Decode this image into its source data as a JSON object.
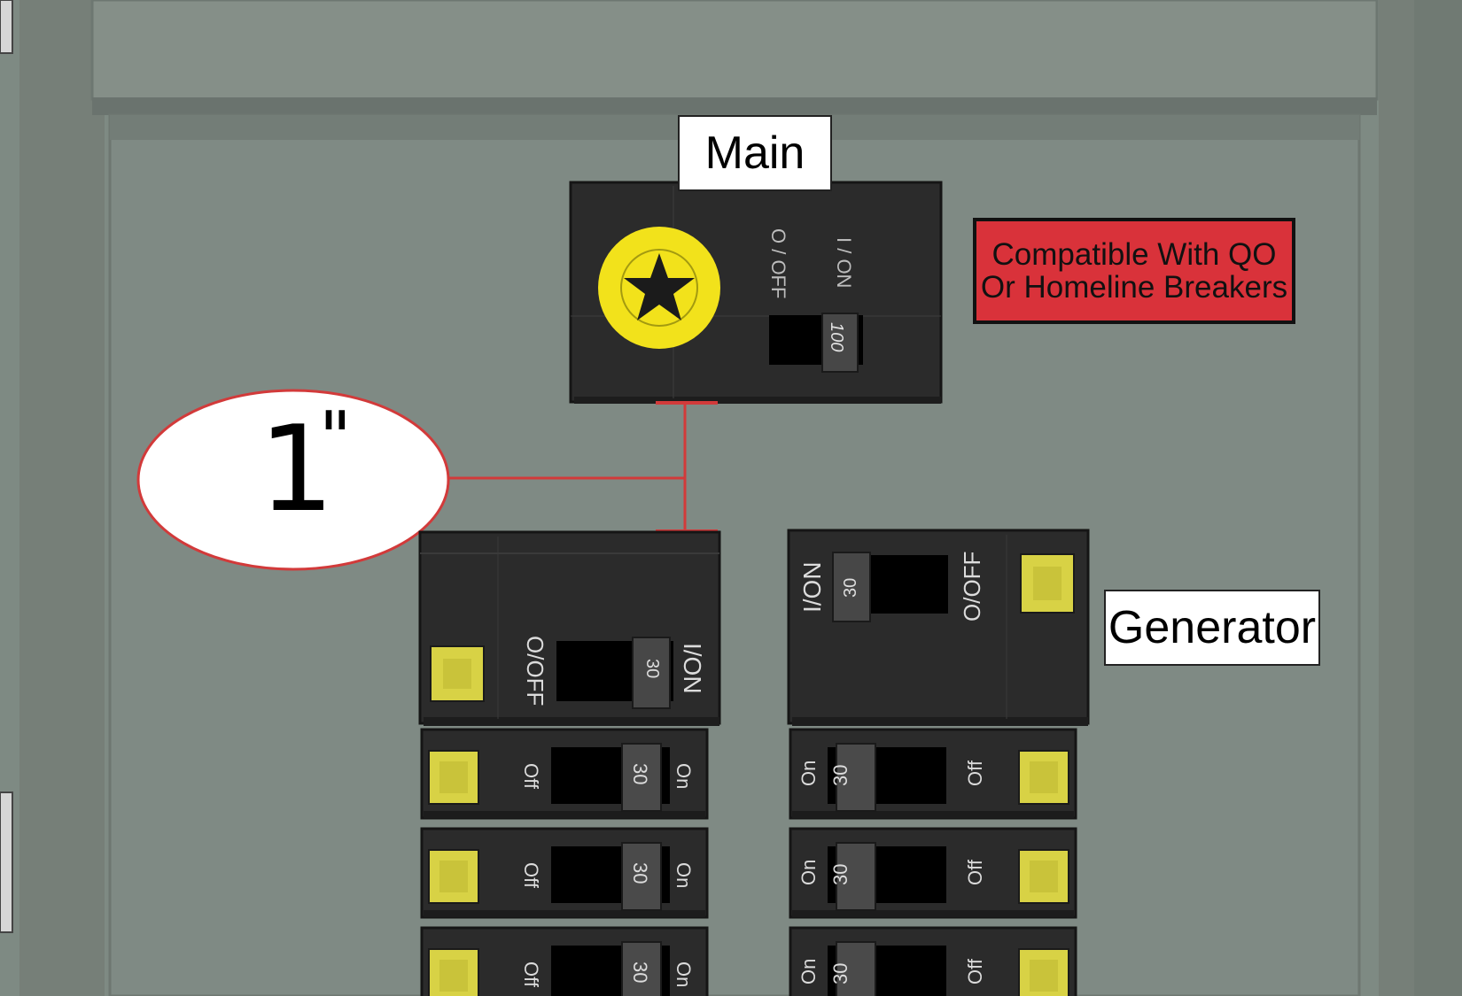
{
  "labels": {
    "main": "Main",
    "generator": "Generator",
    "measurement": "1",
    "measurement_mark": "\""
  },
  "notice": {
    "line1": "Compatible With QO",
    "line2": "Or Homeline Breakers"
  },
  "main_breaker": {
    "off_label": "O / OFF",
    "on_label": "I / ON",
    "rating": "100"
  },
  "generator_breakers": [
    {
      "off_label": "O/OFF",
      "on_label": "I/ON",
      "rating": "30"
    },
    {
      "off_label": "O/OFF",
      "on_label": "I/ON",
      "rating": "30"
    }
  ],
  "branch_breakers": {
    "off_label": "Off",
    "on_label": "On",
    "rating": "30"
  },
  "colors": {
    "panel": "#7e8a83",
    "breaker": "#2b2b2b",
    "lock_yellow": "#f2e21b",
    "logo_yellow": "#d8d245",
    "measure_red": "#d23a3a",
    "notice_red": "#d9323a"
  }
}
